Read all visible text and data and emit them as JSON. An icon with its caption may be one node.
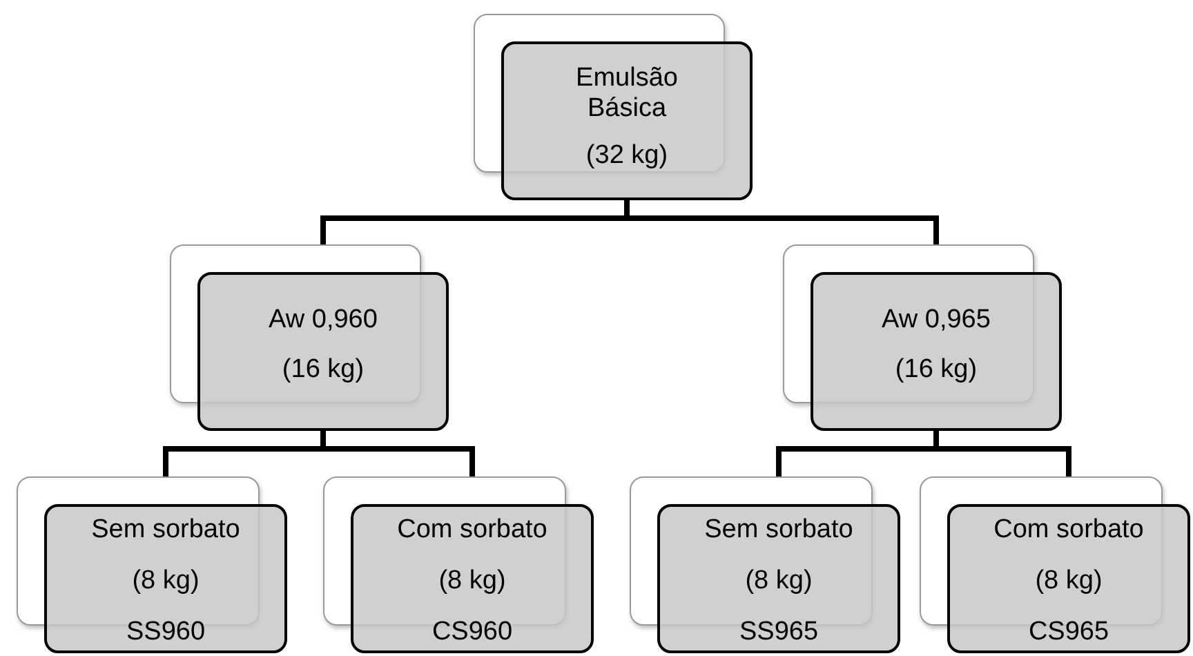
{
  "diagram": {
    "nodes": [
      {
        "text": [
          "Emulsão Básica",
          "(32 kg)"
        ]
      },
      {
        "text": [
          "Aw 0,960",
          "(16 kg)"
        ]
      },
      {
        "text": [
          "Aw 0,965",
          "(16 kg)"
        ]
      },
      {
        "text": [
          "Sem sorbato",
          "(8 kg)",
          "SS960"
        ]
      },
      {
        "text": [
          "Com sorbato",
          "(8 kg)",
          "CS960"
        ]
      },
      {
        "text": [
          "Sem sorbato",
          "(8 kg)",
          "SS965"
        ]
      },
      {
        "text": [
          "Com sorbato",
          "(8 kg)",
          "CS965"
        ]
      }
    ],
    "edges": [
      {
        "from": 0,
        "to": 1,
        "arrow": "none"
      },
      {
        "from": 0,
        "to": 2,
        "arrow": "none"
      },
      {
        "from": 1,
        "to": 3,
        "arrow": "none"
      },
      {
        "from": 1,
        "to": 4,
        "arrow": "none"
      },
      {
        "from": 2,
        "to": 5,
        "arrow": "none"
      },
      {
        "from": 2,
        "to": 6,
        "arrow": "none"
      }
    ]
  }
}
